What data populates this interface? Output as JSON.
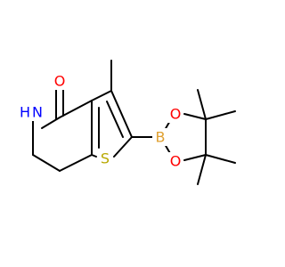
{
  "colors": {
    "background": "#ffffff",
    "bond": "#000000",
    "oxygen": "#ff0000",
    "nitrogen": "#0000ff",
    "sulfur": "#b8a800",
    "boron": "#e0a030"
  },
  "atoms": {
    "carbonyl_oxygen": "O",
    "lactam_nitrogen": "N",
    "lactam_hydrogen": "H",
    "thiophene_sulfur": "S",
    "boron": "B",
    "boronate_oxygen_top": "O",
    "boronate_oxygen_bottom": "O"
  }
}
